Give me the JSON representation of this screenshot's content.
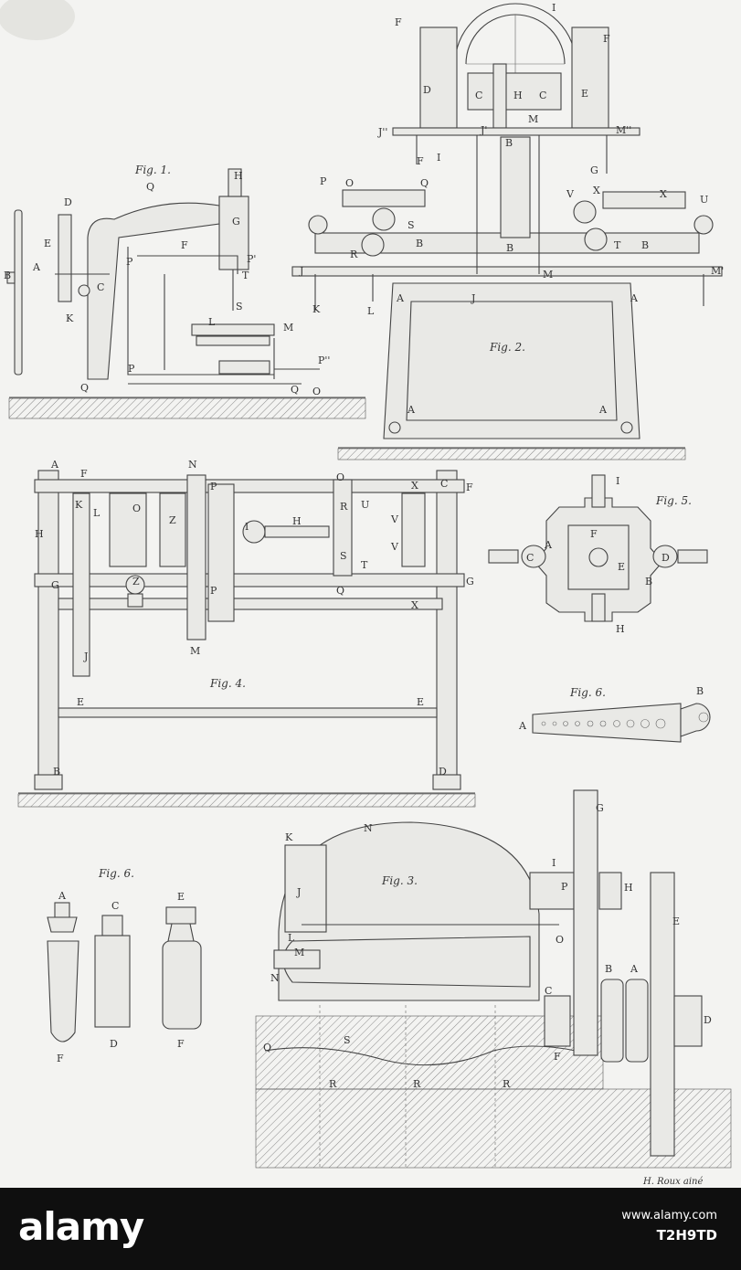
{
  "plate": {
    "figures": {
      "fig1": "Fig. 1.",
      "fig2": "Fig. 2.",
      "fig3": "Fig. 3.",
      "fig4": "Fig. 4.",
      "fig5": "Fig. 5.",
      "fig6a": "Fig. 6.",
      "fig6b": "Fig. 6."
    },
    "signature": "H. Roux ainé"
  },
  "watermark": {
    "brand": "alamy",
    "site": "www.alamy.com",
    "image_id": "T2H9TD"
  }
}
